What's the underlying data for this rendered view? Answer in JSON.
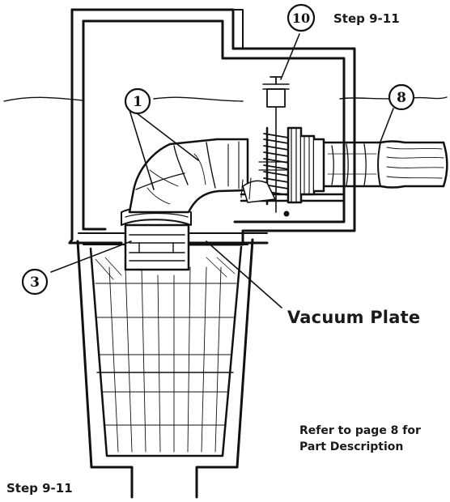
{
  "header": {
    "step_label": "Step 9-11"
  },
  "footer": {
    "step_label": "Step 9-11"
  },
  "callouts": [
    {
      "id": "part-1",
      "number": "1"
    },
    {
      "id": "part-3",
      "number": "3"
    },
    {
      "id": "part-8",
      "number": "8"
    },
    {
      "id": "part-10",
      "number": "10"
    }
  ],
  "annotations": {
    "vacuum_plate": "Vacuum Plate",
    "refer_line1": "Refer to page 8 for",
    "refer_line2": "Part Description"
  },
  "colors": {
    "ink": "#111111",
    "paper": "#ffffff"
  }
}
